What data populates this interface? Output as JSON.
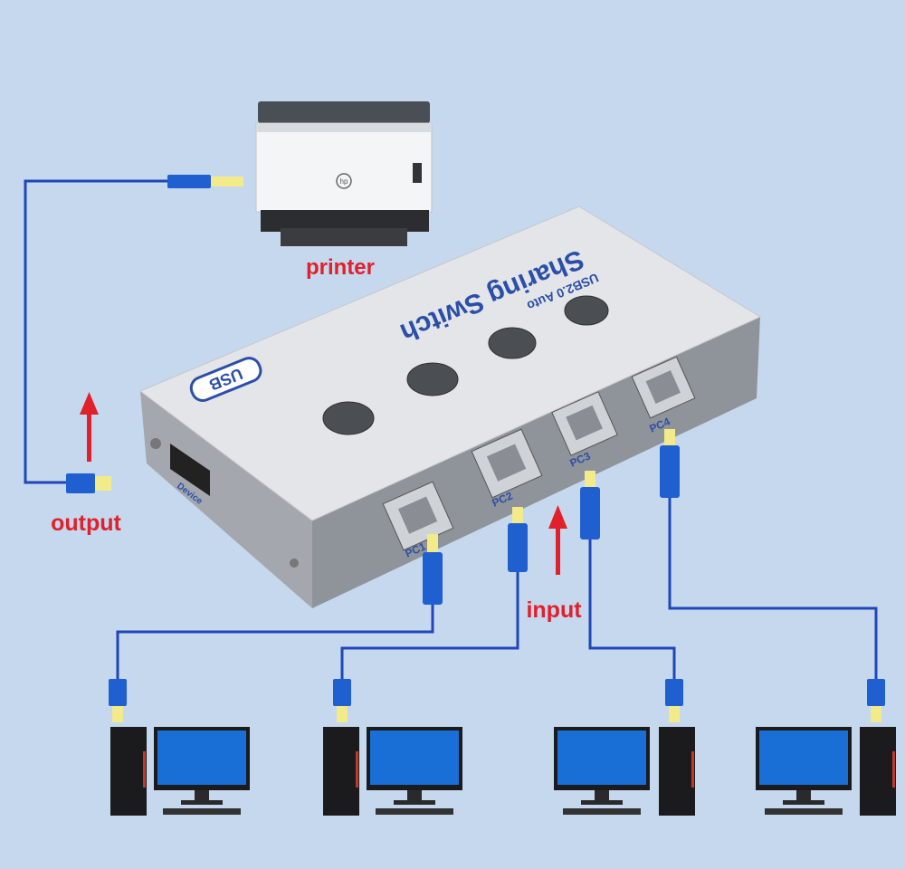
{
  "labels": {
    "printer": "printer",
    "output": "output",
    "input": "input"
  },
  "switch": {
    "title": "Sharing Switch",
    "subtitle": "USB2.0 Auto",
    "logo": "USB",
    "device_port": "Device",
    "ports": [
      "PC1",
      "PC2",
      "PC3",
      "PC4"
    ]
  },
  "printer": {
    "brand": "hp"
  },
  "colors": {
    "background": "#c6d8ee",
    "cable": "#1f47b8",
    "plug": "#1f5fd0",
    "plug_tip": "#f3ea8a",
    "arrow": "#e0202a",
    "label": "#e0202a",
    "switch_text": "#2b4fa8"
  }
}
